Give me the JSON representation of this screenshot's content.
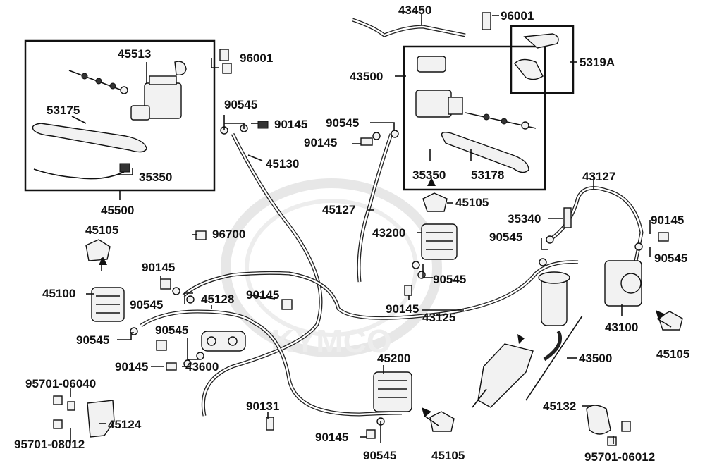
{
  "labels": {
    "p45513": "45513",
    "p96001_a": "96001",
    "p53175": "53175",
    "p35350_a": "35350",
    "p45500": "45500",
    "p45105_a": "45105",
    "p45100": "45100",
    "p90545_a": "90545",
    "p90145_a": "90145",
    "p45130": "45130",
    "p96700": "96700",
    "p90145_b": "90145",
    "p90545_b": "90545",
    "p45128": "45128",
    "p90145_c": "90145",
    "p90545_c": "90545",
    "p90545_d": "90545",
    "p90145_d": "90145",
    "p43600": "43600",
    "p95701_06040": "95701-06040",
    "p45124": "45124",
    "p95701_08012": "95701-08012",
    "p90131": "90131",
    "p43450": "43450",
    "p96001_b": "96001",
    "p5319A": "5319A",
    "p43500_a": "43500",
    "p90545_e": "90545",
    "p90145_e": "90145",
    "p35350_b": "35350",
    "p53178": "53178",
    "p45127": "45127",
    "p45105_b": "45105",
    "p43200": "43200",
    "p90545_f": "90545",
    "p90145_f": "90145",
    "p43127": "43127",
    "p35340": "35340",
    "p90545_g": "90545",
    "p90145_g": "90145",
    "p90545_h": "90545",
    "p43100": "43100",
    "p45105_c": "45105",
    "p43125": "43125",
    "p43500_b": "43500",
    "p45200": "45200",
    "p90145_h": "90145",
    "p90545_i": "90545",
    "p45105_d": "45105",
    "p45132": "45132",
    "p95701_06012": "95701-06012"
  },
  "watermark": "KYMCO"
}
